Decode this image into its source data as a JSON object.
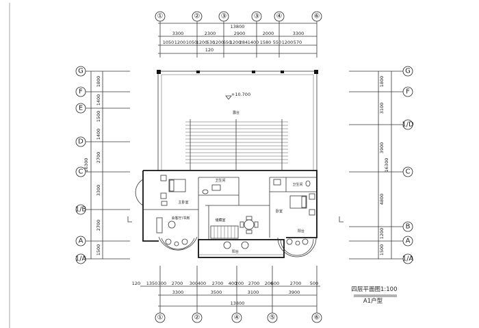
{
  "axes": {
    "top": [
      "①",
      "②",
      "③",
      "③",
      "④",
      "⑥"
    ],
    "bottom": [
      "①",
      "②",
      "④",
      "⑤",
      "⑥"
    ],
    "left": [
      "G",
      "F",
      "E",
      "D",
      "C",
      "1/B",
      "A",
      "1/A"
    ],
    "right": [
      "G",
      "F",
      "1/D",
      "C",
      "B",
      "A",
      "1/A"
    ]
  },
  "dims_top": {
    "total": "13800",
    "row1": [
      "3300",
      "2300",
      "2900",
      "2000",
      "3300"
    ],
    "row2": [
      "1050",
      "1200",
      "1050",
      "1200",
      "530",
      "1200",
      "650",
      "1200",
      "284",
      "1400",
      "1580",
      "550",
      "1200",
      "570"
    ],
    "extra": "120"
  },
  "dims_bottom": {
    "row1": [
      "120",
      "1350",
      "300",
      "2700",
      "300",
      "400",
      "2700",
      "400",
      "200",
      "2700",
      "200",
      "600",
      "2700",
      "500"
    ],
    "row2": [
      "3300",
      "3500",
      "3100",
      "3900"
    ],
    "total": "13800"
  },
  "dims_left": [
    "1800",
    "1400",
    "1500",
    "1400",
    "2700",
    "3300",
    "2700",
    "1500"
  ],
  "dims_left_total": "16300",
  "dims_right": [
    "1800",
    "3100",
    "3900",
    "4800",
    "1200",
    "1500"
  ],
  "dims_right_total": "16300",
  "elevation": "+10.700",
  "rooms": {
    "terrace": "露台",
    "master_bedroom": "主卧室",
    "bathroom1": "卫生间",
    "bathroom2": "卫生间",
    "study": "会客厅/书房",
    "storage": "储藏室",
    "bedroom": "卧室",
    "balcony1": "阳台",
    "balcony2": "阳台"
  },
  "title": "四层平面图1:100",
  "subtitle": "A1户型"
}
